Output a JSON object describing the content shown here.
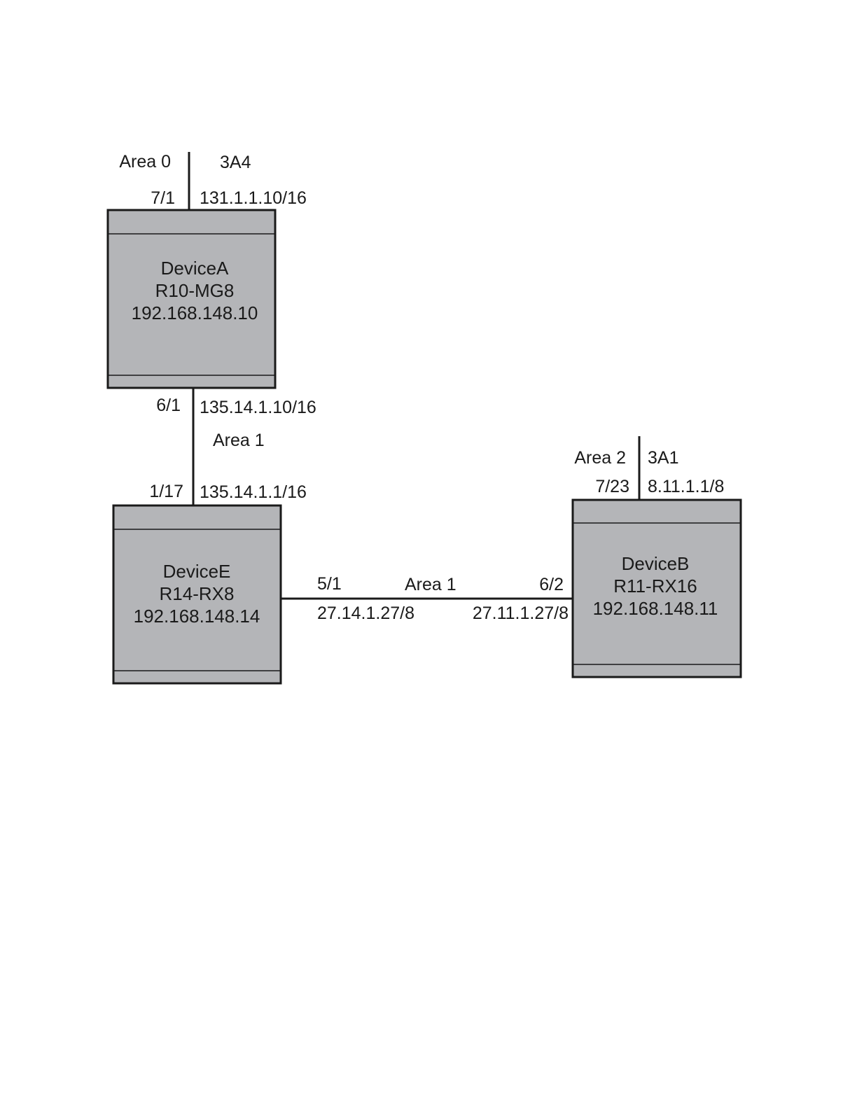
{
  "colors": {
    "device_fill": "#b4b5b8",
    "line": "#1a1a1a",
    "background": "#ffffff"
  },
  "devices": {
    "a": {
      "name": "DeviceA",
      "model": "R10-MG8",
      "ip": "192.168.148.10"
    },
    "e": {
      "name": "DeviceE",
      "model": "R14-RX8",
      "ip": "192.168.148.14"
    },
    "b": {
      "name": "DeviceB",
      "model": "R11-RX16",
      "ip": "192.168.148.11"
    }
  },
  "links": {
    "a_uplink": {
      "area": "Area 0",
      "network": "3A4",
      "port": "7/1",
      "ip": "131.1.1.10/16"
    },
    "a_e": {
      "port_a": "6/1",
      "ip_a": "135.14.1.10/16",
      "area": "Area 1",
      "port_e": "1/17",
      "ip_e": "135.14.1.1/16"
    },
    "e_b": {
      "port_e": "5/1",
      "ip_e": "27.14.1.27/8",
      "area": "Area 1",
      "port_b": "6/2",
      "ip_b": "27.11.1.27/8"
    },
    "b_uplink": {
      "area": "Area 2",
      "network": "3A1",
      "port": "7/23",
      "ip": "8.11.1.1/8"
    }
  }
}
